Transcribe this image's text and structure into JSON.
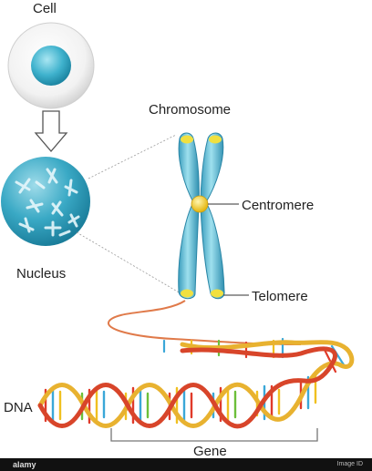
{
  "labels": {
    "cell": "Cell",
    "nucleus": "Nucleus",
    "chromosome": "Chromosome",
    "centromere": "Centromere",
    "telomere": "Telomere",
    "dna": "DNA",
    "gene": "Gene"
  },
  "footer": {
    "brand": "alamy",
    "image_id": "Image ID"
  },
  "colors": {
    "chromosome": "#6ec6dd",
    "chromosome_dark": "#2f8fb0",
    "centromere": "#f3d230",
    "telomere": "#f0e040",
    "nucleus": "#3aa9c5",
    "dna_strand_a": "#e8b230",
    "dna_strand_b": "#d8452a",
    "base_red": "#e03a2a",
    "base_yellow": "#f0c020",
    "base_blue": "#3aa7d8",
    "base_green": "#6cbf3a"
  }
}
